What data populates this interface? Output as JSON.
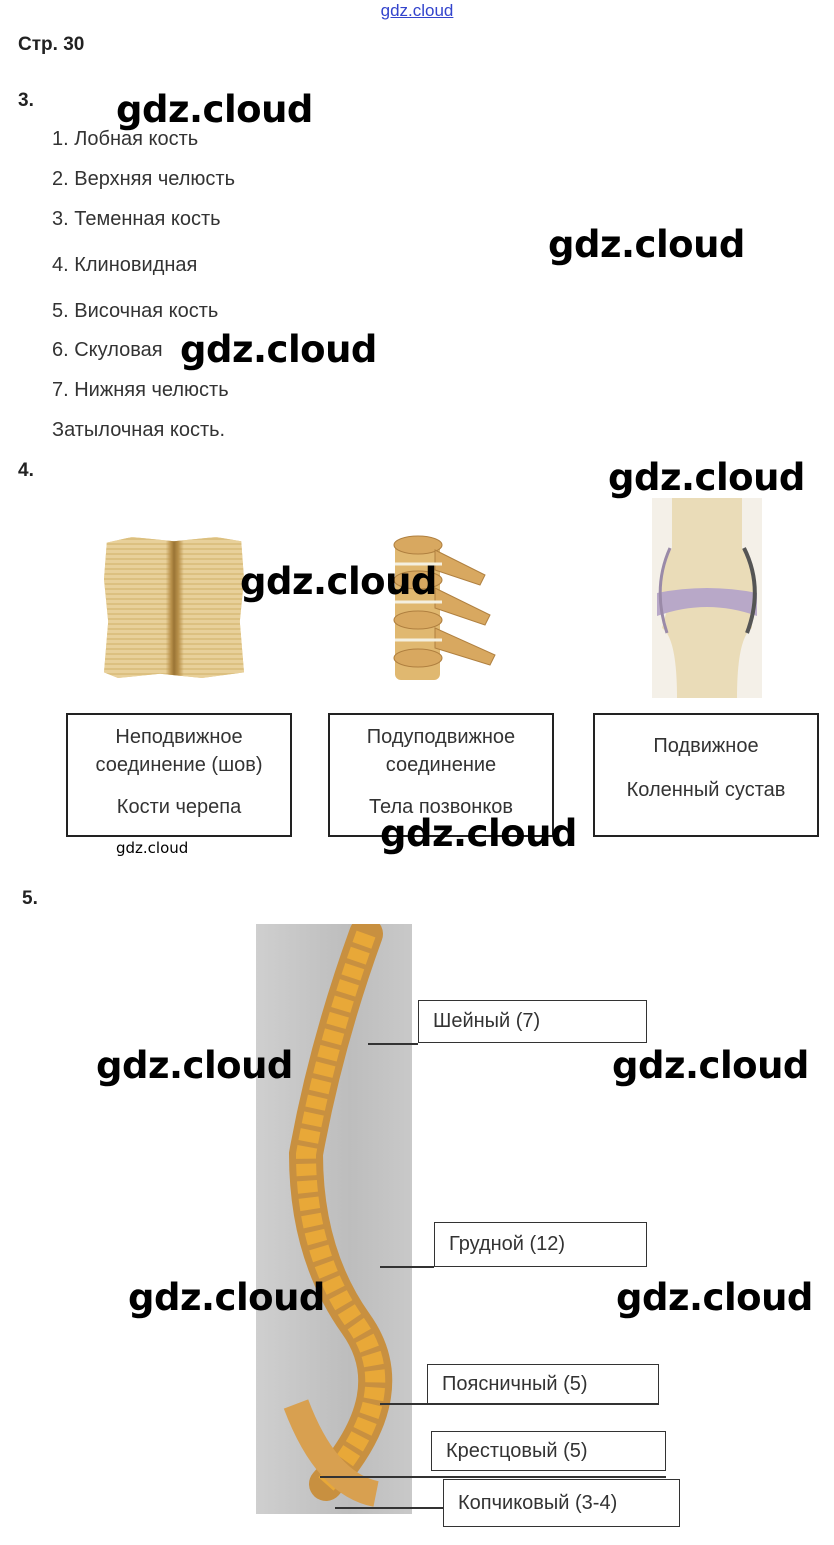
{
  "top_link": "gdz.cloud",
  "page_heading": "Стр. 30",
  "task3": {
    "number": "3.",
    "items": [
      "1. Лобная кость",
      "2. Верхняя челюсть",
      "3. Теменная кость",
      "4. Клиновидная",
      "5. Височная кость",
      "6. Скуловая",
      "7. Нижняя челюсть",
      "Затылочная кость."
    ]
  },
  "task4": {
    "number": "4.",
    "boxes": [
      {
        "type": "Неподвижное соединение (шов)",
        "example": "Кости черепа"
      },
      {
        "type": "Подуподвижное соединение",
        "example": "Тела позвонков"
      },
      {
        "type": "Подвижное",
        "example": "Коленный сустав"
      }
    ]
  },
  "task5": {
    "number": "5.",
    "labels": [
      "Шейный (7)",
      "Грудной (12)",
      "Поясничный (5)",
      "Крестцовый (5)",
      "Копчиковый (3-4)"
    ]
  },
  "watermark": "gdz.cloud"
}
